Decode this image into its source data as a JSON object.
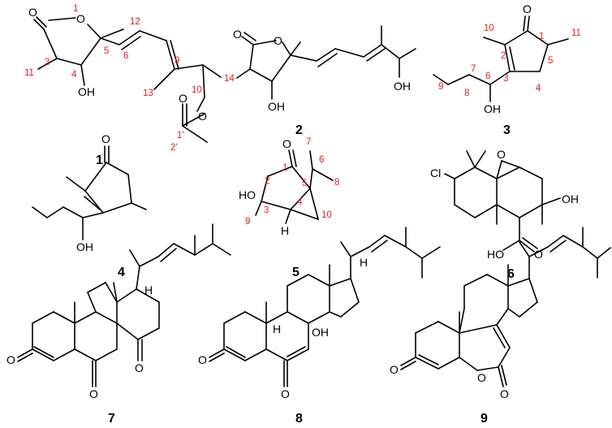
{
  "compounds": [
    {
      "id": "1",
      "atoms": {
        "O1": "O",
        "O2": "O",
        "OH": "OH",
        "O3": "O",
        "O4": "O"
      },
      "numbering": [
        "1",
        "12",
        "5",
        "3",
        "11",
        "4",
        "6",
        "9",
        "14",
        "13",
        "10",
        "1'",
        "2'"
      ]
    },
    {
      "id": "2",
      "atoms": {
        "O1": "O",
        "O2": "O",
        "OH1": "OH",
        "OH2": "OH"
      }
    },
    {
      "id": "3",
      "atoms": {
        "O1": "O",
        "OH": "OH"
      },
      "numbering": [
        "10",
        "1",
        "11",
        "2",
        "5",
        "9",
        "3",
        "6",
        "4",
        "8",
        "7"
      ]
    },
    {
      "id": "4",
      "atoms": {
        "O1": "O",
        "OH": "OH"
      }
    },
    {
      "id": "5",
      "atoms": {
        "O1": "O",
        "HO": "HO",
        "H": "H"
      },
      "numbering": [
        "7",
        "6",
        "1",
        "5",
        "2",
        "8",
        "3",
        "4",
        "9",
        "10"
      ]
    },
    {
      "id": "6",
      "atoms": {
        "Cl": "Cl",
        "O": "O",
        "OH": "OH",
        "HO": "HO",
        "O2": "O"
      }
    },
    {
      "id": "7",
      "atoms": {
        "H": "H",
        "O1": "O",
        "O2": "O",
        "O3": "O"
      }
    },
    {
      "id": "8",
      "atoms": {
        "H1": "H",
        "H2": "H",
        "OH": "OH",
        "O1": "O",
        "O2": "O"
      }
    },
    {
      "id": "9",
      "atoms": {
        "O1": "O",
        "O2": "O",
        "O3": "O"
      }
    }
  ],
  "colors": {
    "bond": "#000000",
    "atom_numbering": "#e3211c"
  }
}
